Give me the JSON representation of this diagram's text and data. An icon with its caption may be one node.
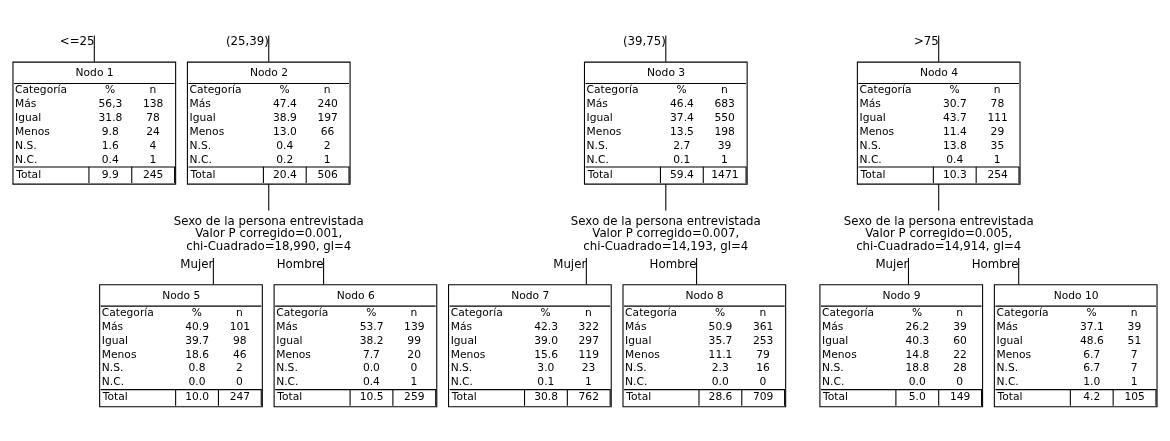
{
  "diagram": {
    "nodes": [
      {
        "text": [
          "Nodo 1",
          "Categoría",
          "%",
          "n",
          "Más",
          "56,3",
          "138",
          "Igual",
          "31.8",
          "78",
          "Menos",
          "9.8",
          "24",
          "N.S.",
          "1.6",
          "4",
          "N.C.",
          "0.4",
          "1",
          "Total",
          "9.9",
          "245"
        ]
      },
      {
        "text": [
          "Nodo 2",
          "Categoría",
          "%",
          "n",
          "Más",
          "47.4",
          "240",
          "Igual",
          "38.9",
          "197",
          "Menos",
          "13.0",
          "66",
          "N.S.",
          "0.4",
          "2",
          "N.C.",
          "0.2",
          "1",
          "Total",
          "20.4",
          "506"
        ]
      },
      {
        "text": [
          "Nodo 3",
          "Categoría",
          "%",
          "n",
          "Más",
          "46.4",
          "683",
          "Igual",
          "37.4",
          "550",
          "Menos",
          "13.5",
          "198",
          "N.S.",
          "2.7",
          "39",
          "N.C.",
          "0.1",
          "1",
          "Total",
          "59.4",
          "1471"
        ]
      },
      {
        "text": [
          "Nodo 4",
          "Categoría",
          "%",
          "n",
          "Más",
          "30.7",
          "78",
          "Igual",
          "43.7",
          "111",
          "Menos",
          "11.4",
          "29",
          "N.S.",
          "13.8",
          "35",
          "N.C.",
          "0.4",
          "1",
          "Total",
          "10.3",
          "254"
        ]
      },
      {
        "text": [
          "Sexo de la persona entrevistada Valor P corregido=0.001, chi-Cuadrado=18,990, gl=4"
        ]
      },
      {
        "text": [
          "Sexo de la persona entrevistada Valor P corregido=0.007, chi-Cuadrado=14,193, gl=4"
        ]
      },
      {
        "text": [
          "Sexo de la persona entrevistada Valor P corregido=0.005, chi-Cuadrado=14,914, gl=4"
        ]
      },
      {
        "text": [
          "Nodo 5",
          "Categoría",
          "%",
          "n",
          "Más",
          "40.9",
          "101",
          "Igual",
          "39.7",
          "98",
          "Menos",
          "18.6",
          "46",
          "N.S.",
          "0.8",
          "2",
          "N.C.",
          "0.0",
          "0",
          "Total",
          "10.0",
          "247"
        ]
      },
      {
        "text": [
          "Nodo 6",
          "Categoría",
          "%",
          "n",
          "Más",
          "53.7",
          "139",
          "Igual",
          "38.2",
          "99",
          "Menos",
          "7.7",
          "20",
          "N.S.",
          "0.0",
          "0",
          "N.C.",
          "0.4",
          "1",
          "Total",
          "10.5",
          "259"
        ]
      },
      {
        "text": [
          "Nodo 7",
          "Categoría",
          "%",
          "n",
          "Más",
          "42.3",
          "322",
          "Igual",
          "39.0",
          "297",
          "Menos",
          "15.6",
          "119",
          "N.S.",
          "3.0",
          "23",
          "N.C.",
          "0.1",
          "1",
          "Total",
          "30.8",
          "762"
        ]
      },
      {
        "text": [
          "Nodo 8",
          "Categoría",
          "%",
          "n",
          "Más",
          "50.9",
          "361",
          "Igual",
          "35.7",
          "253",
          "Menos",
          "11.1",
          "79",
          "N.S.",
          "2.3",
          "16",
          "N.C.",
          "0.0",
          "0",
          "Total",
          "28.6",
          "709"
        ]
      },
      {
        "text": [
          "Nodo 9",
          "Categoría",
          "%",
          "n",
          "Más",
          "26.2",
          "39",
          "Igual",
          "40.3",
          "60",
          "Menos",
          "14.8",
          "22",
          "N.S.",
          "18.8",
          "28",
          "N.C.",
          "0.0",
          "0",
          "Total",
          "5.0",
          "149"
        ]
      },
      {
        "text": [
          "Nodo 10",
          "Categoría",
          "%",
          "n",
          "Más",
          "37.1",
          "39",
          "Igual",
          "48.6",
          "51",
          "Menos",
          "6.7",
          "7",
          "N.S.",
          "6.7",
          "7",
          "N.C.",
          "1.0",
          "1",
          "Total",
          "4.2",
          "105"
        ]
      }
    ],
    "edges": [
      {
        "from": null,
        "to": 0,
        "arrow": "none",
        "label": "<=25"
      },
      {
        "from": null,
        "to": 1,
        "arrow": "none",
        "label": "(25,39)"
      },
      {
        "from": null,
        "to": 2,
        "arrow": "none",
        "label": "(39,75)"
      },
      {
        "from": null,
        "to": 3,
        "arrow": "none",
        "label": ">75"
      },
      {
        "from": 1,
        "to": 4,
        "arrow": "none"
      },
      {
        "from": 2,
        "to": 5,
        "arrow": "none"
      },
      {
        "from": 3,
        "to": 6,
        "arrow": "none"
      },
      {
        "from": 4,
        "to": 7,
        "arrow": "none",
        "label": "Mujer"
      },
      {
        "from": 4,
        "to": 8,
        "arrow": "none",
        "label": "Hombre"
      },
      {
        "from": 5,
        "to": 9,
        "arrow": "none",
        "label": "Mujer"
      },
      {
        "from": 5,
        "to": 10,
        "arrow": "none",
        "label": "Hombre"
      },
      {
        "from": 6,
        "to": 11,
        "arrow": "none",
        "label": "Mujer"
      },
      {
        "from": 6,
        "to": 12,
        "arrow": "none",
        "label": "Hombre"
      }
    ]
  }
}
